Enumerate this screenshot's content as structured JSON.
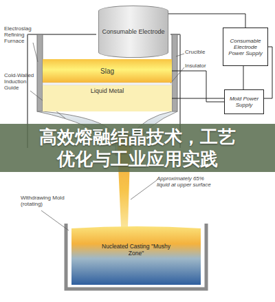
{
  "diagram": {
    "title": "高效熔融结晶技术，工艺优化与工业应用实践",
    "nodes": [
      {
        "text": [
          "Consumable Electrode"
        ]
      },
      {
        "text": [
          "Slag"
        ]
      },
      {
        "text": [
          "Liquid Metal"
        ]
      },
      {
        "text": [
          "Consumable Electrode Power Supply"
        ]
      },
      {
        "text": [
          "Mold Power Supply"
        ]
      },
      {
        "text": [
          "Nucleated Casting \"Mushy Zone\""
        ]
      }
    ],
    "edges": [
      {
        "from": 0,
        "to": 3,
        "arrow": "none"
      },
      {
        "from": 3,
        "to": 2,
        "arrow": "none"
      },
      {
        "from": 4,
        "to": 1,
        "arrow": "none"
      }
    ],
    "labels": [
      "Electroslag Refining Furnace",
      "Crucible",
      "Insulator",
      "Cold-Walled Induction Guide",
      "Approximately 65% liquid at upper surface",
      "Withdrawing Mold (rotating)"
    ]
  }
}
